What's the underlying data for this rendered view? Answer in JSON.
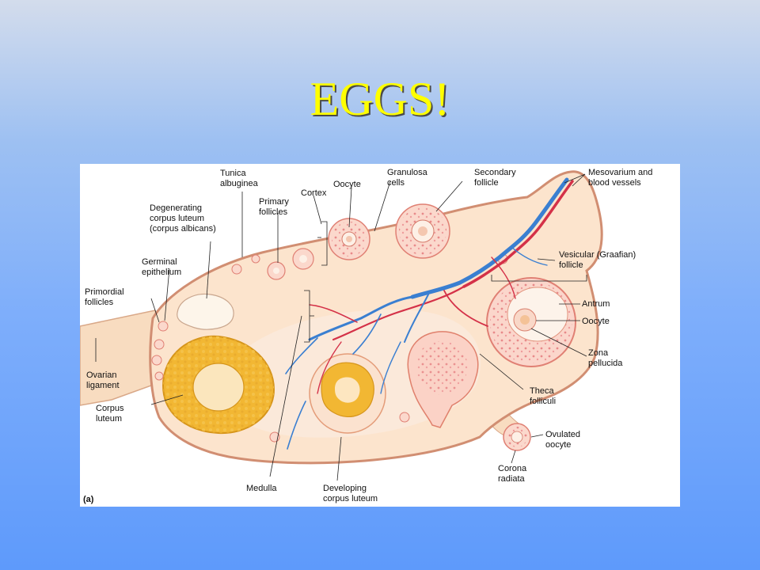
{
  "slide": {
    "title": "EGGS!"
  },
  "diagram": {
    "panel_label": "(a)",
    "labels": {
      "tunica_albuginea": [
        "Tunica",
        "albuginea"
      ],
      "cortex": [
        "Cortex"
      ],
      "oocyte_top": [
        "Oocyte"
      ],
      "granulosa_cells": [
        "Granulosa",
        "cells"
      ],
      "secondary_follicle": [
        "Secondary",
        "follicle"
      ],
      "mesovarium": [
        "Mesovarium and",
        "blood vessels"
      ],
      "degenerating_corpus_luteum": [
        "Degenerating",
        "corpus luteum",
        "(corpus albicans)"
      ],
      "primary_follicles": [
        "Primary",
        "follicles"
      ],
      "germinal_epithelium": [
        "Germinal",
        "epithelium"
      ],
      "primordial_follicles": [
        "Primordial",
        "follicles"
      ],
      "vesicular_follicle": [
        "Vesicular (Graafian)",
        "follicle"
      ],
      "antrum": [
        "Antrum"
      ],
      "oocyte_right": [
        "Oocyte"
      ],
      "zona_pellucida": [
        "Zona",
        "pellucida"
      ],
      "ovarian_ligament": [
        "Ovarian",
        "ligament"
      ],
      "corpus_luteum": [
        "Corpus",
        "luteum"
      ],
      "theca_folliculi": [
        "Theca",
        "folliculi"
      ],
      "ovulated_oocyte": [
        "Ovulated",
        "oocyte"
      ],
      "corona_radiata": [
        "Corona",
        "radiata"
      ],
      "medulla": [
        "Medulla"
      ],
      "developing_corpus_luteum": [
        "Developing",
        "corpus luteum"
      ]
    }
  }
}
